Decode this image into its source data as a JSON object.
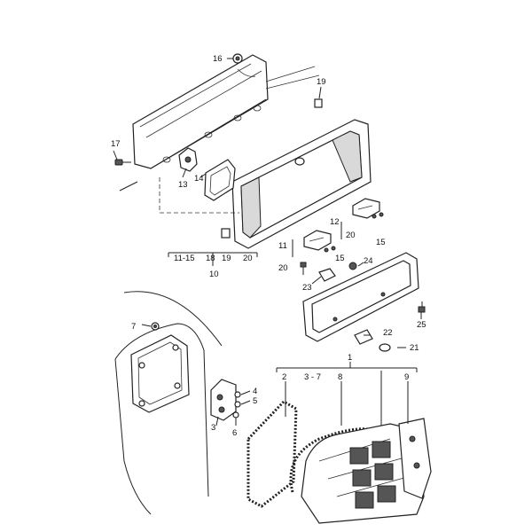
{
  "labels": {
    "l1": "1",
    "l2": "2",
    "l3_7": "3 - 7",
    "l8": "8",
    "l9": "9",
    "l3": "3",
    "l4": "4",
    "l5": "5",
    "l6": "6",
    "l7": "7",
    "l10": "10",
    "l11_15": "11-15",
    "l11": "11",
    "l12": "12",
    "l13": "13",
    "l14": "14",
    "l15a": "15",
    "l15b": "15",
    "l16": "16",
    "l17": "17",
    "l18": "18",
    "l19a": "19",
    "l19b": "19",
    "l20a": "20",
    "l20b": "20",
    "l20c": "20",
    "l21": "21",
    "l22": "22",
    "l23": "23",
    "l24": "24",
    "l25": "25"
  }
}
